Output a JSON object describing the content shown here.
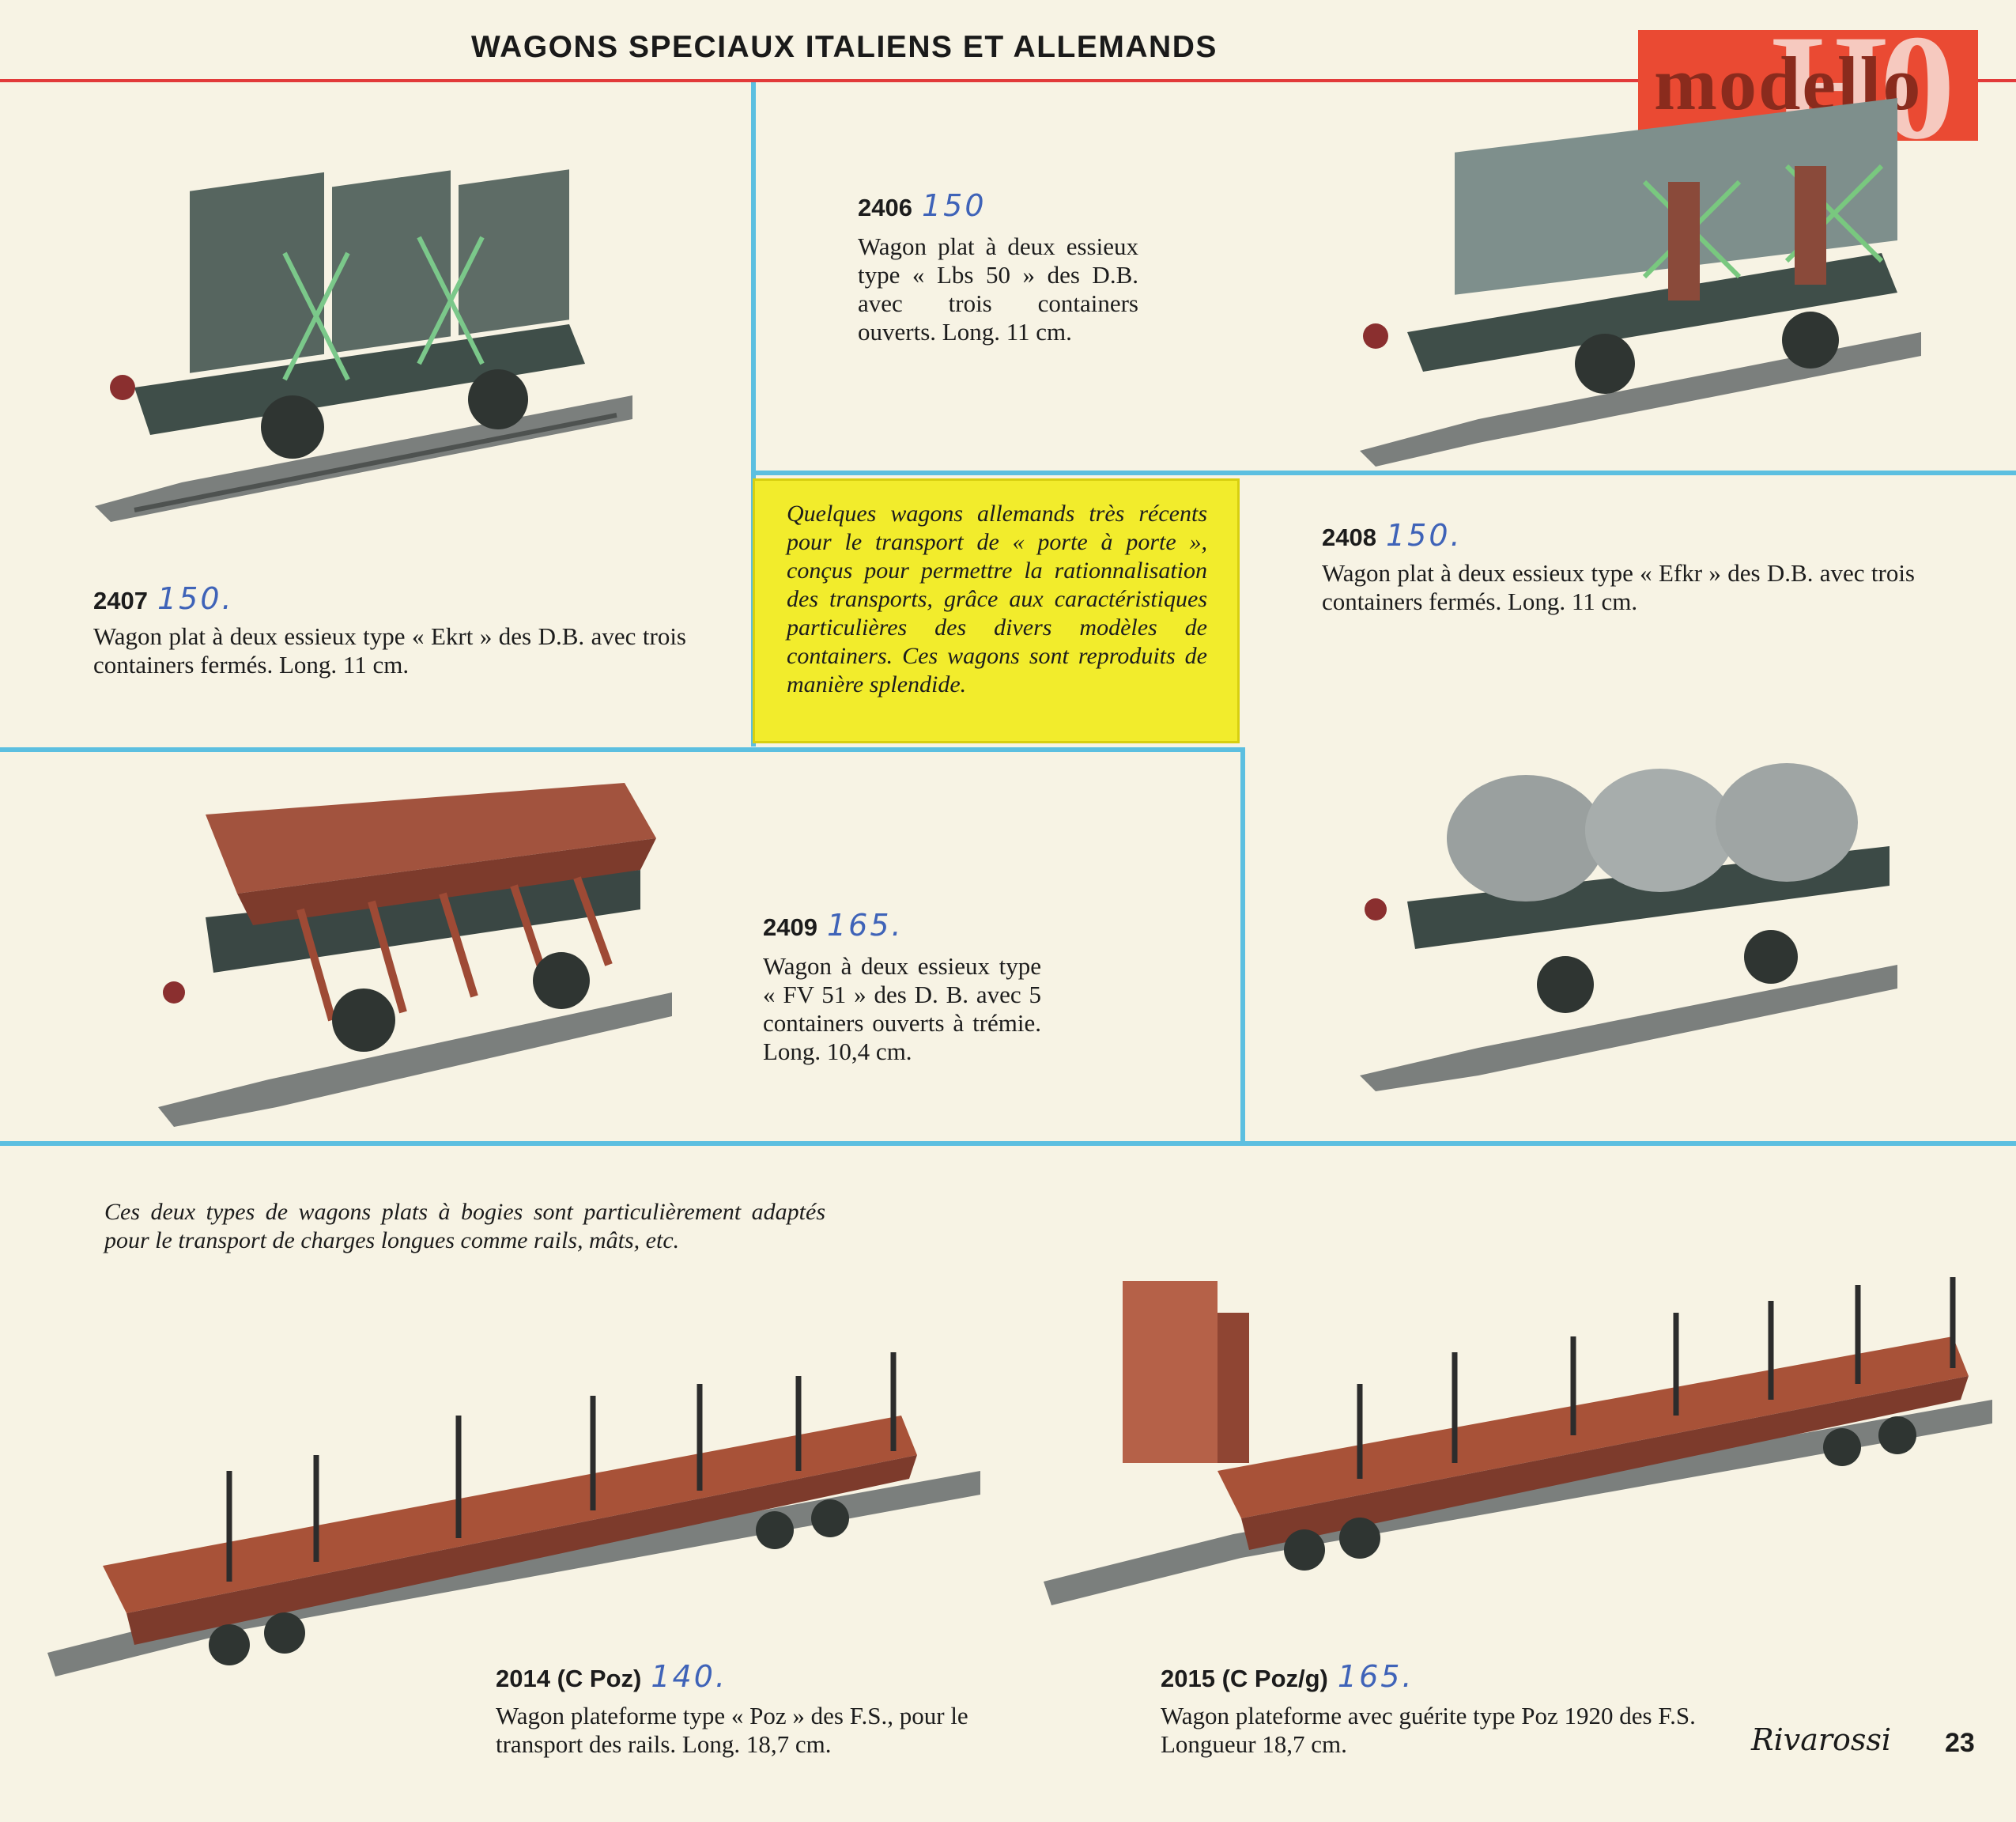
{
  "page": {
    "title": "WAGONS SPECIAUX ITALIENS ET ALLEMANDS",
    "logo_word": "modello",
    "logo_mark": "H0",
    "brand": "Rivarossi",
    "page_number": "23"
  },
  "items": [
    {
      "code": "2407",
      "price": "150.",
      "description": "Wagon plat à deux essieux type « Ekrt » des D.B. avec trois containers fermés. Long. 11 cm."
    },
    {
      "code": "2406",
      "price": "150",
      "description": "Wagon plat à deux essieux type « Lbs 50 » des D.B. avec trois containers ouverts. Long. 11 cm."
    },
    {
      "code": "2408",
      "price": "150.",
      "description": "Wagon plat à deux essieux type « Efkr » des D.B. avec trois containers fermés. Long. 11 cm."
    },
    {
      "code": "2409",
      "price": "165.",
      "description": "Wagon à deux essieux type « FV 51 » des D. B. avec 5 containers ouverts à trémie. Long. 10,4 cm."
    },
    {
      "code": "2014 (C Poz)",
      "price": "140.",
      "description": "Wagon plateforme type « Poz » des F.S., pour le transport des rails. Long. 18,7 cm."
    },
    {
      "code": "2015 (C Poz/g)",
      "price": "165.",
      "description": "Wagon plateforme avec guérite type Poz 1920 des F.S. Longueur 18,7 cm."
    }
  ],
  "notes": {
    "german_wagons": "Quelques wagons allemands très récents pour le transport de « porte à porte », conçus pour permettre la rationnalisation des transports, grâce aux caractéristiques particulières des divers modèles de containers. Ces wagons sont reproduits de manière splendide.",
    "bogie_wagons": "Ces deux types de wagons plats à bogies sont particulièrement adaptés pour le transport de charges longues comme rails, mâts, etc."
  },
  "colors": {
    "background": "#f7f3e4",
    "rule_red": "#e23a3a",
    "rule_blue": "#5cbfe0",
    "note_yellow": "#f2ec2c",
    "logo_red": "#ea4a33",
    "handwriting_blue": "#3f63b8"
  }
}
